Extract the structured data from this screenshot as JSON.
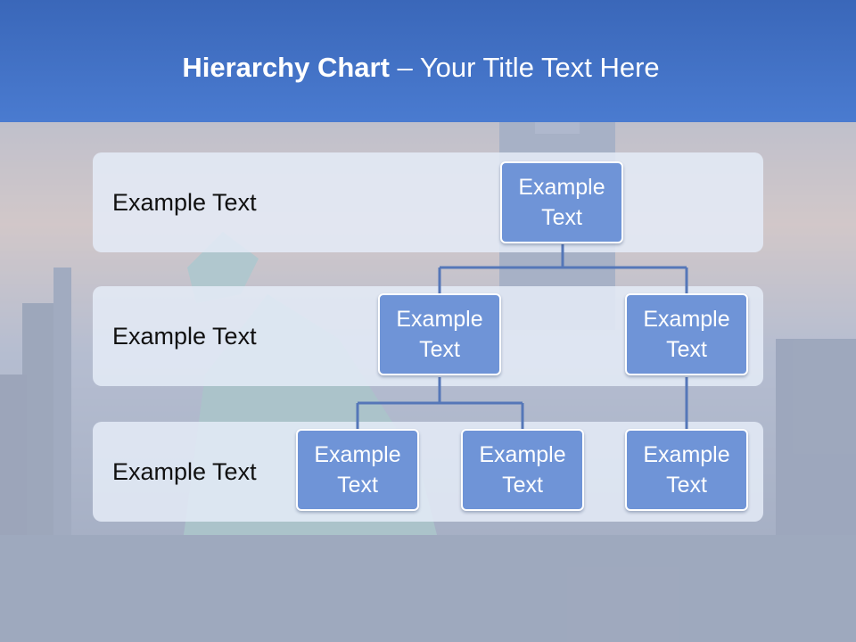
{
  "title": {
    "bold": "Hierarchy Chart",
    "rest": " – Your Title Text Here"
  },
  "levels": [
    {
      "label": "Example Text"
    },
    {
      "label": "Example Text"
    },
    {
      "label": "Example Text"
    }
  ],
  "nodes": {
    "root": "Example Text",
    "level2_left": "Example Text",
    "level2_right": "Example Text",
    "level3_left": "Example Text",
    "level3_middle": "Example Text",
    "level3_right": "Example Text"
  },
  "colors": {
    "title_bar": "#4a7bd0",
    "node_fill": "#6f94d7",
    "connector": "#5577b8",
    "band_fill": "#e4ebf7"
  }
}
